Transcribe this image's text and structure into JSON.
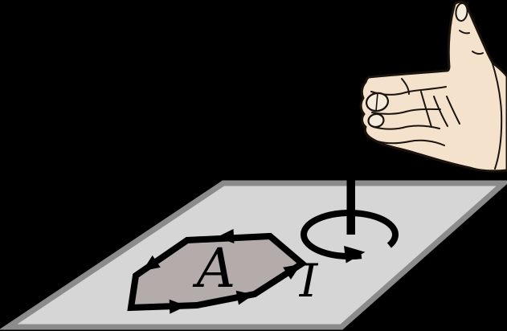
{
  "labels": {
    "area": "A",
    "current": "I"
  },
  "colors": {
    "background": "#000000",
    "plane_fill": "#d6d6d6",
    "plane_border": "#8b8b8b",
    "loop_fill": "#b3acab",
    "line": "#000000",
    "hand_skin": "#f4e2cc",
    "hand_outline": "#1a130e",
    "nail_fill": "#f6ecdd"
  },
  "icons": {
    "hand": "right-hand-thumbs-up-icon",
    "rotation_arrow": "counterclockwise-rotation-arrow-icon",
    "axis": "rotation-axis-line",
    "loop_arrows": "current-direction-arrowhead-icon"
  }
}
